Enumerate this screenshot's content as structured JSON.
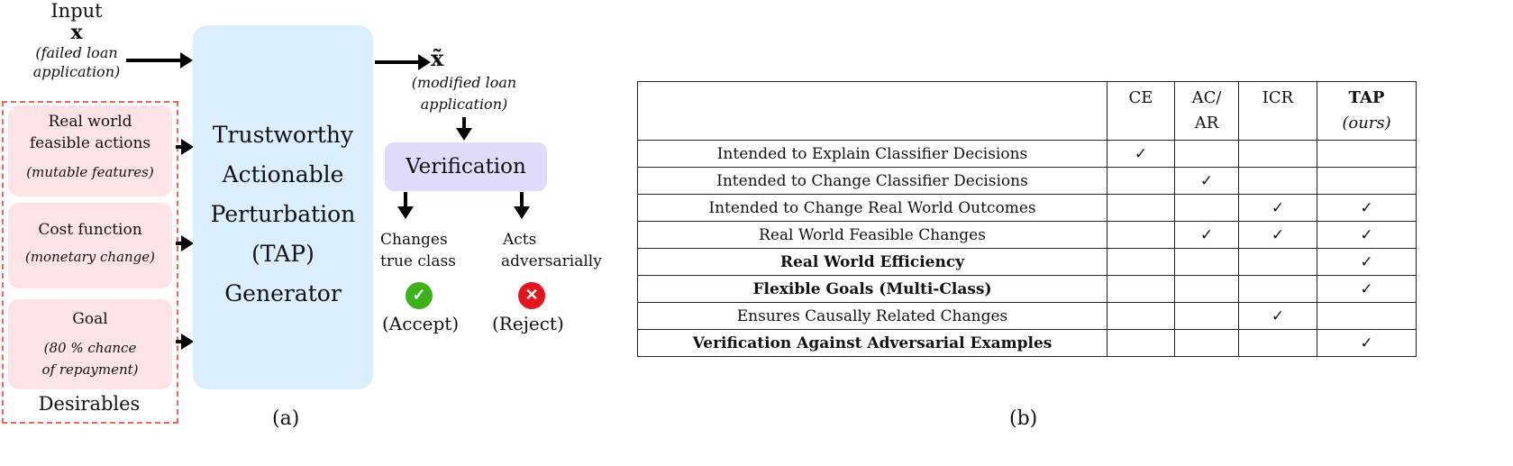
{
  "panel_a": {
    "input_label": "Input",
    "input_var": "x",
    "input_desc_1": "(failed loan",
    "input_desc_2": "application)",
    "desirables": [
      {
        "title": "Real world feasible actions",
        "desc": "(mutable features)"
      },
      {
        "title": "Cost function",
        "desc": "(monetary change)"
      },
      {
        "title": "Goal",
        "desc": "(80 % chance of repayment)"
      }
    ],
    "desirables_label": "Desirables",
    "generator_lines": [
      "Trustworthy",
      "Actionable",
      "Perturbation",
      "(TAP)",
      "Generator"
    ],
    "output_var": "x̃",
    "output_desc_1": "(modified loan",
    "output_desc_2": "application)",
    "verification": "Verification",
    "accept_text_1": "Changes",
    "accept_text_2": "true class",
    "accept_label": "(Accept)",
    "reject_text_1": "Acts",
    "reject_text_2": "adversarially",
    "reject_label": "(Reject)",
    "caption": "(a)",
    "colors": {
      "generator": "#dbeefd",
      "desirable": "#fde3e5",
      "verification": "#e0dbfb",
      "dashed_border": "#e8685a",
      "accept": "#3bb21a",
      "reject": "#e5151c"
    }
  },
  "panel_b": {
    "headers": [
      "",
      "CE",
      "AC/ AR",
      "ICR",
      "TAP",
      "(ours)"
    ],
    "rows": [
      {
        "label": "Intended to Explain Classifier Decisions",
        "bold": false,
        "marks": [
          "✓",
          "",
          "",
          ""
        ]
      },
      {
        "label": "Intended to Change Classifier Decisions",
        "bold": false,
        "marks": [
          "",
          "✓",
          "",
          ""
        ]
      },
      {
        "label": "Intended to Change Real World Outcomes",
        "bold": false,
        "marks": [
          "",
          "",
          "✓",
          "✓"
        ]
      },
      {
        "label": "Real World Feasible Changes",
        "bold": false,
        "marks": [
          "",
          "✓",
          "✓",
          "✓"
        ]
      },
      {
        "label": "Real World Efficiency",
        "bold": true,
        "marks": [
          "",
          "",
          "",
          "✓"
        ]
      },
      {
        "label": "Flexible Goals (Multi-Class)",
        "bold": true,
        "marks": [
          "",
          "",
          "",
          "✓"
        ]
      },
      {
        "label": "Ensures Causally Related Changes",
        "bold": false,
        "marks": [
          "",
          "",
          "✓",
          ""
        ]
      },
      {
        "label": "Verification Against Adversarial Examples",
        "bold": true,
        "marks": [
          "",
          "",
          "",
          "✓"
        ]
      }
    ],
    "caption": "(b)"
  }
}
